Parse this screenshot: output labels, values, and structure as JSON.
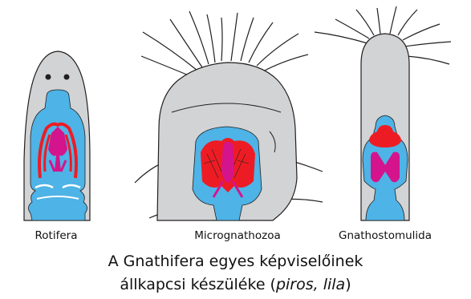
{
  "labels": {
    "rotifera": "Rotifera",
    "micrognathozoa": "Micrognathozoa",
    "gnathostomulida": "Gnathostomulida"
  },
  "caption": {
    "line1": "A Gnathifera egyes képviselőinek",
    "line2_prefix": "állkapcsi készüléke (",
    "line2_italic_1": "piros, lila",
    "line2_suffix": ")"
  },
  "colors": {
    "body_gray": "#d1d3d4",
    "outline": "#231f20",
    "pharynx_blue": "#4eb3e6",
    "jaw_red": "#ed1c24",
    "jaw_purple": "#d3148d"
  }
}
